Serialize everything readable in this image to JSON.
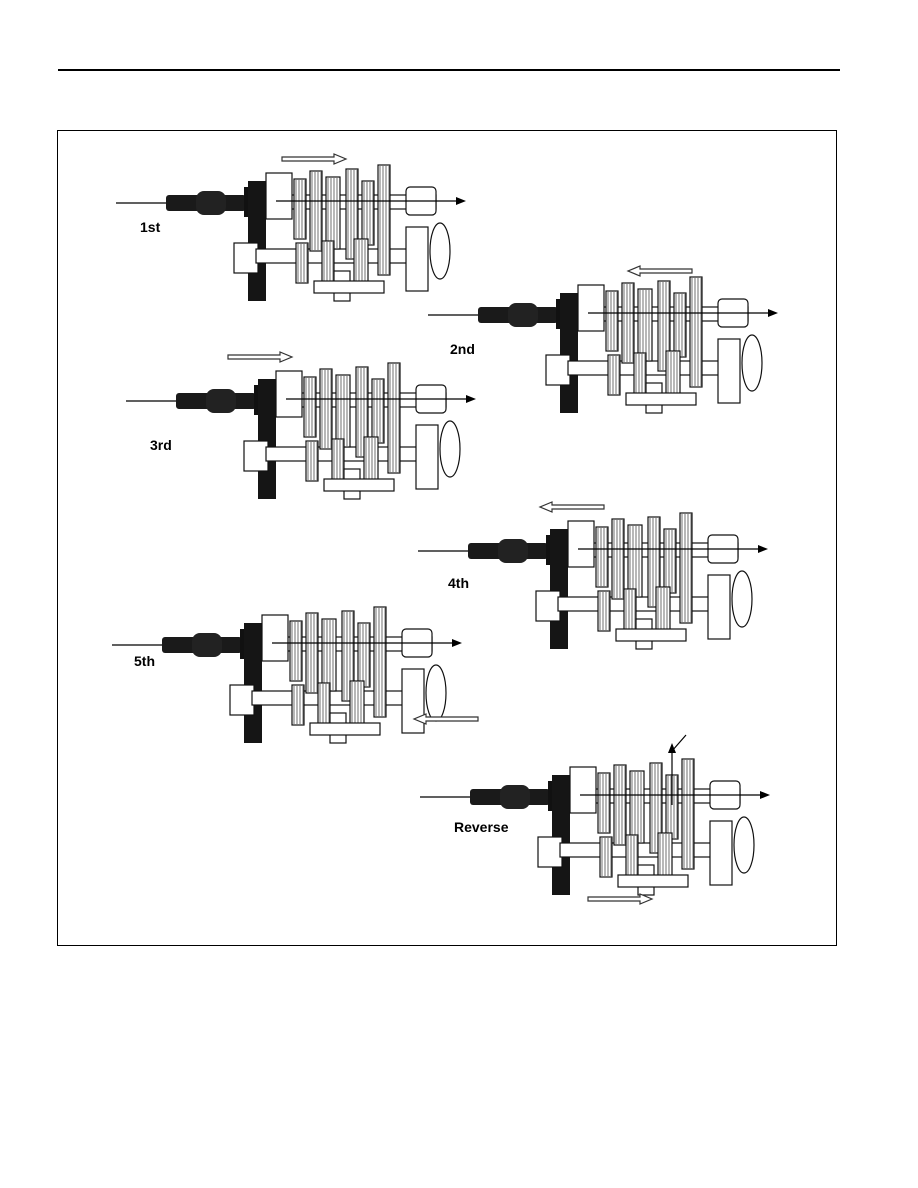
{
  "diagram": {
    "labels": {
      "first": "1st",
      "second": "2nd",
      "third": "3rd",
      "fourth": "4th",
      "fifth": "5th",
      "reverse": "Reverse"
    }
  }
}
